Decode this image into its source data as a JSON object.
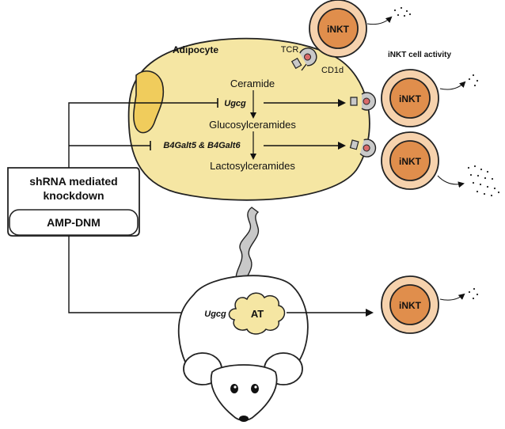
{
  "labels": {
    "adipocyte": "Adipocyte",
    "ceramide": "Ceramide",
    "ugcg": "Ugcg",
    "glucosylceramides": "Glucosylceramides",
    "b4galt": "B4Galt5 & B4Galt6",
    "lactosylceramides": "Lactosylceramides",
    "tcr": "TCR",
    "cd1d": "CD1d",
    "inkt_activity": "iNKT cell activity",
    "inkt": "iNKT",
    "shrna_line1": "shRNA mediated",
    "shrna_line2": "knockdown",
    "amp_dnm": "AMP-DNM",
    "mouse_ugcg": "Ugcg",
    "at": "AT"
  },
  "colors": {
    "adipocyte_fill": "#f5e6a3",
    "lipid_droplet": "#f0cc5c",
    "inkt_outer": "#f6d2ad",
    "inkt_inner": "#e08e4c",
    "stroke": "#222222",
    "receptor": "#c9c9c9",
    "antigen": "#d96a6a"
  },
  "icons": [
    "inkt-cell-icon",
    "cytokine-dots-icon",
    "tcr-cd1d-complex-icon",
    "lipid-droplet-icon",
    "adipose-tissue-icon",
    "mouse-icon"
  ]
}
